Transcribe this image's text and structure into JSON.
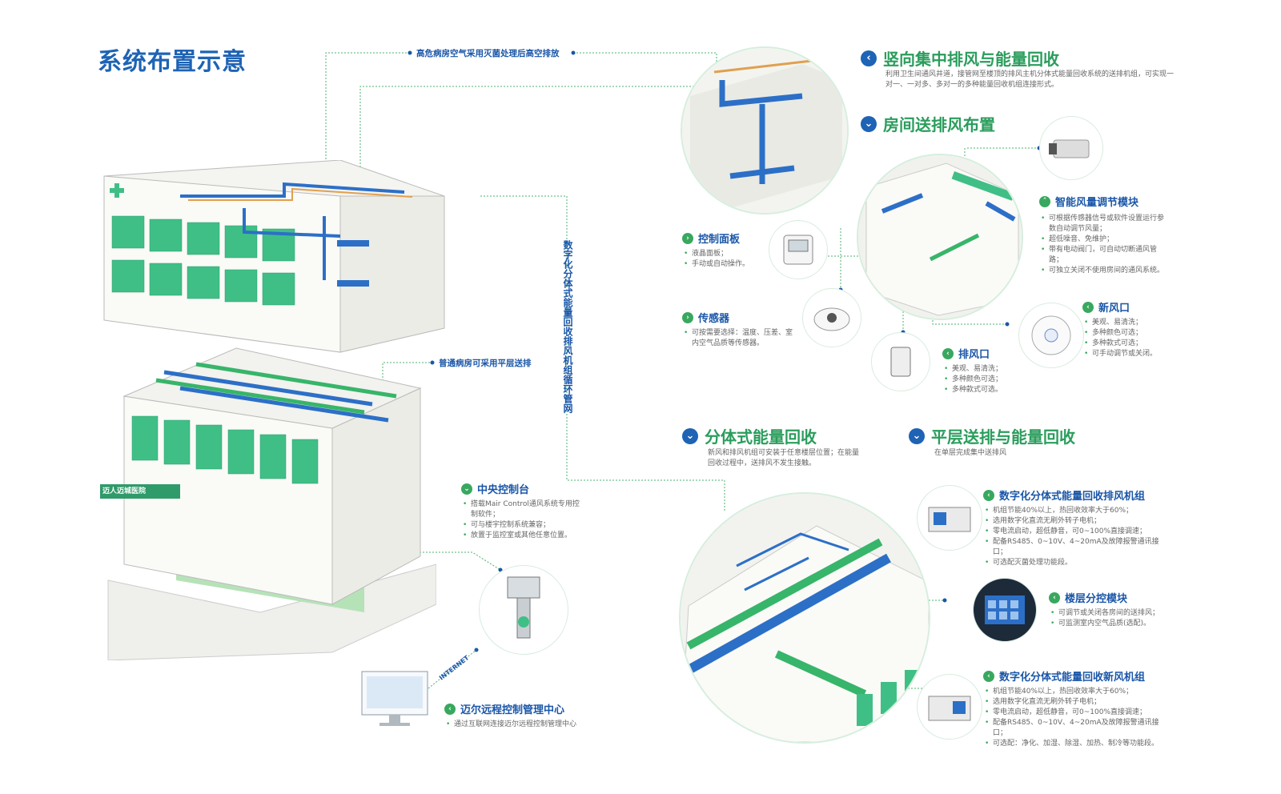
{
  "title": "系统布置示意",
  "callouts": {
    "top": "高危病房空气采用灭菌处理后高空排放",
    "middle": "普通病房可采用平层送排",
    "vertical": "数字化分体式能量回收排风机组循环管网",
    "internet": "INTERNET"
  },
  "building_sign": "迈人迈城医院",
  "sections": {
    "vertical_exhaust": {
      "title": "竖向集中排风与能量回收",
      "desc": "利用卫生间通风井道，接管网至楼顶的排风主机分体式能量回收系统的送排机组，可实现一对一、一对多、多对一的多种能量回收机组连接形式。"
    },
    "room_layout": {
      "title": "房间送排风布置"
    },
    "split_recovery": {
      "title": "分体式能量回收",
      "desc": "新风和排风机组可安装于任意楼层位置；在能量回收过程中，送排风不发生接触。"
    },
    "floor_recovery": {
      "title": "平层送排与能量回收",
      "desc": "在单层完成集中送排风"
    }
  },
  "components": {
    "control_panel": {
      "title": "控制面板",
      "items": [
        "液晶面板；",
        "手动或自动操作。"
      ]
    },
    "sensor": {
      "title": "传感器",
      "items": [
        "可按需要选择：温度、压差、室内空气品质等传感器。"
      ]
    },
    "smart_module": {
      "title": "智能风量调节模块",
      "items": [
        "可根据传感器信号或软件设置运行参数自动调节风量；",
        "超低噪音、免维护；",
        "带有电动阀门，可自动切断通风管路；",
        "可独立关闭不使用房间的通风系统。"
      ]
    },
    "fresh_outlet": {
      "title": "新风口",
      "items": [
        "美观、易清洗；",
        "多种颜色可选；",
        "多种款式可选；",
        "可手动调节或关闭。"
      ]
    },
    "exhaust_outlet": {
      "title": "排风口",
      "items": [
        "美观、易清洗；",
        "多种颜色可选；",
        "多种款式可选。"
      ]
    },
    "central_console": {
      "title": "中央控制台",
      "items": [
        "搭载Mair Control通风系统专用控制软件；",
        "可与楼宇控制系统兼容；",
        "放置于监控室或其他任意位置。"
      ]
    },
    "remote_center": {
      "title": "迈尔远程控制管理中心",
      "items": [
        "通过互联网连接迈尔远程控制管理中心"
      ]
    },
    "exhaust_unit": {
      "title": "数字化分体式能量回收排风机组",
      "items": [
        "机组节能40%以上，热回收效率大于60%；",
        "选用数字化直流无刷外转子电机；",
        "零电流启动，超低静音，可0~100%直接调速；",
        "配备RS485、0~10V、4~20mA及故障报警通讯接口；",
        "可选配灭菌处理功能段。"
      ]
    },
    "floor_module": {
      "title": "楼层分控模块",
      "items": [
        "可调节或关闭各房间的送排风；",
        "可监测室内空气品质(选配)。"
      ]
    },
    "fresh_unit": {
      "title": "数字化分体式能量回收新风机组",
      "items": [
        "机组节能40%以上，热回收效率大于60%；",
        "选用数字化直流无刷外转子电机；",
        "零电流启动，超低静音，可0~100%直接调速；",
        "配备RS485、0~10V、4~20mA及故障报警通讯接口；",
        "可选配：净化、加湿、除湿、加热、制冷等功能段。"
      ]
    }
  },
  "colors": {
    "blue": "#1e63b5",
    "green": "#2a9d5c",
    "duct_blue": "#2c6fc7",
    "duct_green": "#37b56a",
    "wall_green": "#3fbf86"
  }
}
